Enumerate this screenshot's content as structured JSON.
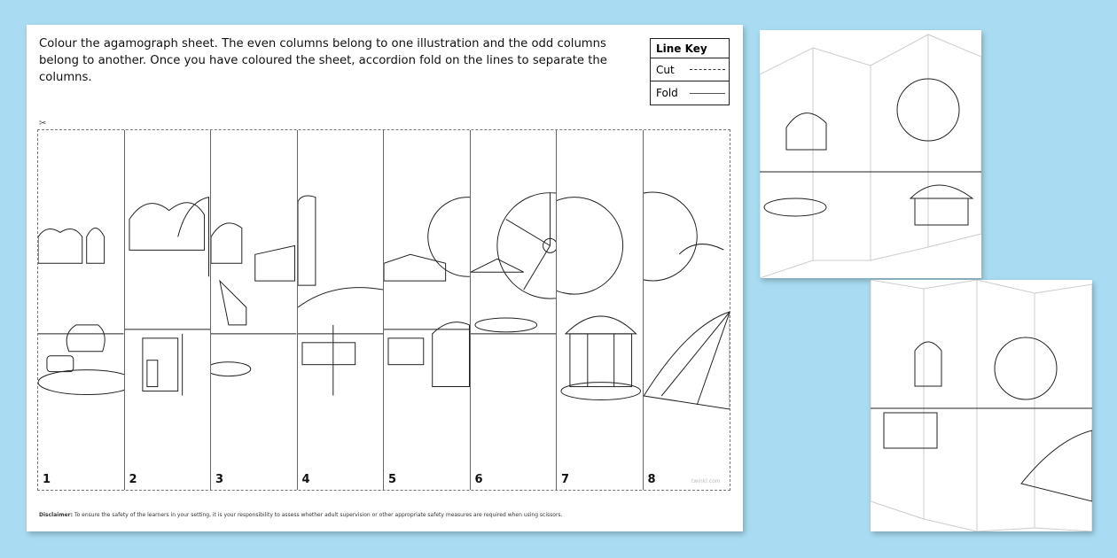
{
  "instructions": "Colour the agamograph sheet. The even columns belong to one illustration and the odd columns belong to another. Once you have coloured the sheet, accordion fold on the lines to separate the columns.",
  "line_key": {
    "title": "Line Key",
    "cut_label": "Cut",
    "fold_label": "Fold"
  },
  "columns": [
    "1",
    "2",
    "3",
    "4",
    "5",
    "6",
    "7",
    "8"
  ],
  "disclaimer_label": "Disclaimer:",
  "disclaimer_text": "To ensure the safety of the learners in your setting, it is your responsibility to assess whether adult supervision or other appropriate safety measures are required when using scissors.",
  "watermark": "twinkl.com",
  "colors": {
    "background": "#a9dcf2",
    "sheet": "#ffffff",
    "ink": "#111111"
  }
}
